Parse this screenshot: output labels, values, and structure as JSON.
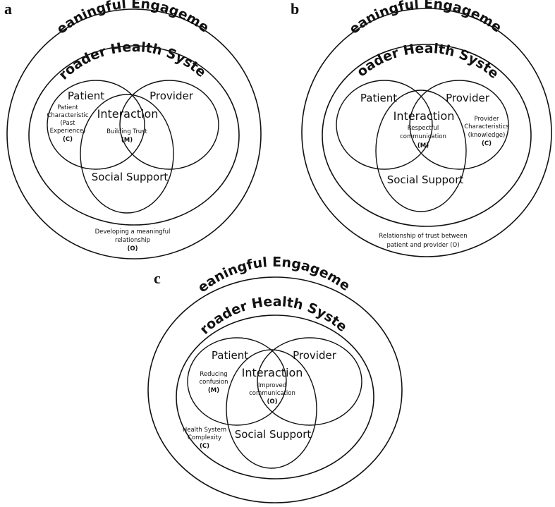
{
  "panels": [
    {
      "letter": "a",
      "outer_label": "Meaningful Engagement",
      "middle_label": "Broader Health System",
      "patient": "Patient",
      "provider": "Provider",
      "interaction": "Interaction",
      "social_support": "Social Support",
      "patient_note": [
        "Patient",
        "Characteristic",
        "(Past",
        "Experience)",
        "(C)"
      ],
      "interaction_note": [
        "Building Trust",
        "(M)"
      ],
      "bottom_note": [
        "Developing a meaningful",
        "relationship",
        "(O)"
      ]
    },
    {
      "letter": "b",
      "outer_label": "Meaningful Engagement",
      "middle_label": "Broader Health System",
      "patient": "Patient",
      "provider": "Provider",
      "interaction": "Interaction",
      "social_support": "Social Support",
      "provider_note": [
        "Provider",
        "Characteristics",
        "(knowledge)",
        "(C)"
      ],
      "interaction_note": [
        "Respectful",
        "communication",
        "(M)"
      ],
      "bottom_note": [
        "Relationship of trust between",
        "patient and provider (O)"
      ]
    },
    {
      "letter": "c",
      "outer_label": "Meaningful Engagement",
      "middle_label": "Broader Health System",
      "patient": "Patient",
      "provider": "Provider",
      "interaction": "Interaction",
      "social_support": "Social Support",
      "patient_note": [
        "Reducing",
        "confusion",
        "(M)"
      ],
      "interaction_note": [
        "Improved",
        "communication",
        "(O)"
      ],
      "system_note": [
        "Health System",
        "Complexity",
        "(C)"
      ]
    }
  ]
}
